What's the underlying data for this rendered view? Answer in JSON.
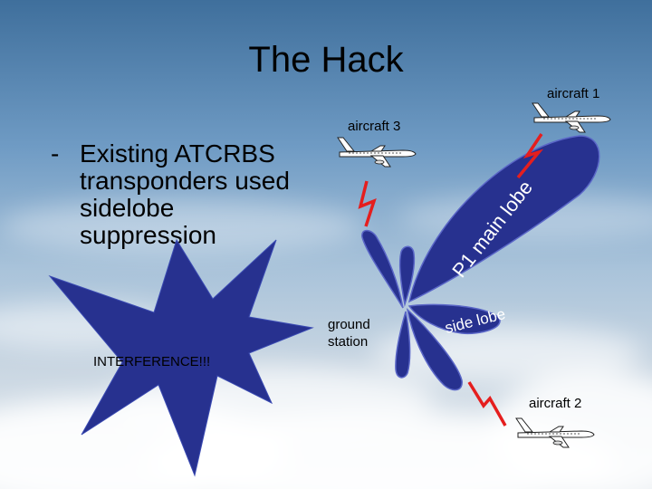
{
  "slide": {
    "title": "The Hack",
    "bullet_marker": "-",
    "bullet_lines": [
      "Existing ATCRBS",
      "transponders used",
      "sidelobe",
      "suppression"
    ],
    "labels": {
      "aircraft_1": "aircraft 1",
      "aircraft_2": "aircraft 2",
      "aircraft_3": "aircraft 3",
      "ground_station": [
        "ground",
        "station"
      ],
      "main_lobe": "P1 main lobe",
      "side_lobe": "side lobe",
      "interference": "INTERFERENCE!!!"
    },
    "colors": {
      "lobe": "#27318f",
      "signal": "#e51e1e",
      "starburst": "#27318f",
      "lobe_text": "#ffffff"
    },
    "icons": [
      "airplane-icon",
      "lightning-bolt-icon",
      "starburst-icon"
    ]
  }
}
